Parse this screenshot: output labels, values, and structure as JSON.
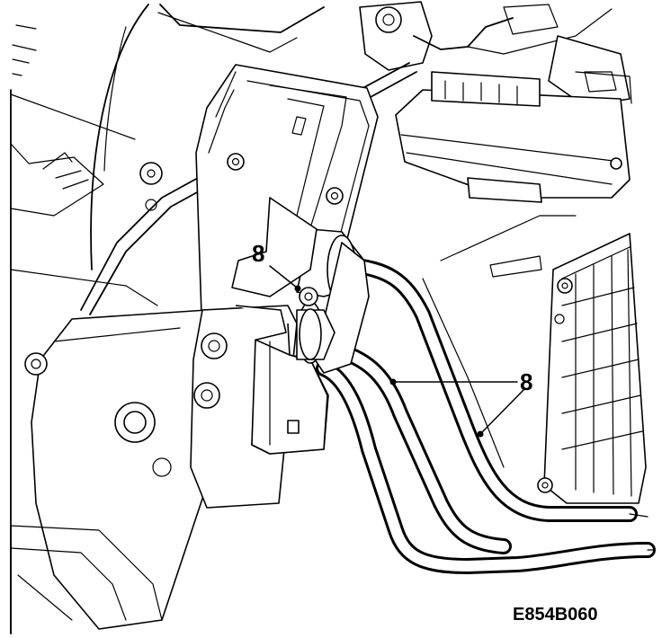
{
  "callouts": {
    "upper_label": "8",
    "right_label": "8"
  },
  "figure_code": "E854B060"
}
